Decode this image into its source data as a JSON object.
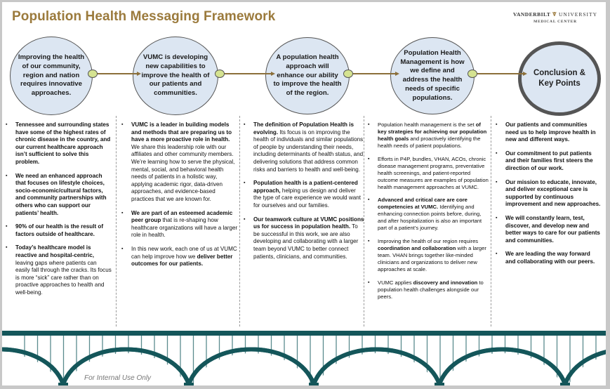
{
  "title": "Population Health Messaging Framework",
  "logo": {
    "line1_left": "VANDERBILT",
    "line1_right": "UNIVERSITY",
    "line2": "MEDICAL CENTER"
  },
  "colors": {
    "title": "#9b7a3c",
    "circle_fill": "#dce6f2",
    "knob": "#d5e391",
    "connector": "#8b6f3a",
    "bridge": "#14565a"
  },
  "steps": [
    {
      "text": "Improving the health of our community, region and nation requires innovative approaches."
    },
    {
      "text": "VUMC is developing new capabilities to improve the health of our patients and communities."
    },
    {
      "text": "A population health approach will enhance our ability to improve the health of the region."
    },
    {
      "text": "Population Health Management is how we define and address the health needs of specific populations."
    },
    {
      "text": "Conclusion & Key Points"
    }
  ],
  "columns": [
    {
      "items": [
        {
          "pre": "",
          "bold": "Tennessee and surrounding states have some of the highest rates of chronic disease in the country, and our current healthcare approach isn’t sufficient to solve this problem.",
          "post": ""
        },
        {
          "pre": "",
          "bold": "We need an enhanced approach that focuses on lifestyle choices, socio-economic/cultural factors, and community partnerships with others who can support our patients’ health.",
          "post": ""
        },
        {
          "pre": "",
          "bold": "90% of our health is the result of factors outside of healthcare.",
          "post": ""
        },
        {
          "pre": "",
          "bold": "Today’s healthcare model is reactive and hospital-centric,",
          "post": " leaving gaps where patients can easily fall through the cracks. Its focus is more “sick” care rather than on proactive approaches to health and well-being."
        }
      ]
    },
    {
      "items": [
        {
          "pre": "",
          "bold": "VUMC is a leader in building models and methods that are preparing us to have a more proactive role in health.",
          "post": " We share this leadership role with our affiliates and other community members. We’re learning how to serve the physical, mental, social, and behavioral health needs of patients in a holistic way, applying academic rigor, data-driven approaches, and evidence-based practices that we are known for."
        },
        {
          "pre": "",
          "bold": "We are part of an esteemed academic peer group",
          "post": " that is re-shaping how healthcare organizations will have a larger role in health."
        },
        {
          "pre": "In this new work, each one of us at VUMC can help improve how we ",
          "bold": "deliver better outcomes for our patients.",
          "post": ""
        }
      ]
    },
    {
      "items": [
        {
          "pre": "",
          "bold": "The definition of Population Health is evolving.",
          "post": " Its focus is on improving the health of individuals and similar populations of people by understanding their needs, including determinants of health status, and delivering solutions that address common risks and barriers to health and well-being."
        },
        {
          "pre": "",
          "bold": "Population health is a patient-centered approach,",
          "post": " helping us design and deliver the type of care experience we would want for ourselves and our families."
        },
        {
          "pre": "",
          "bold": "Our teamwork culture at VUMC positions us for success in population health.",
          "post": " To be successful in this work, we are also developing and collaborating with a larger team beyond VUMC to better connect patients, clinicians, and communities."
        }
      ]
    },
    {
      "items": [
        {
          "pre": "Population health management is the set ",
          "bold": "of key strategies for achieving our population health goals",
          "post": " and proactively identifying the health needs of patient populations."
        },
        {
          "pre": "Efforts in P4P, bundles, VHAN, ACOs, chronic disease management programs, preventative health screenings, and patient-reported outcome measures are examples of population health management approaches at VUMC.",
          "bold": "",
          "post": ""
        },
        {
          "pre": "",
          "bold": "Advanced and critical care are core competencies at VUMC.",
          "post": " Identifying and enhancing connection points before, during, and after hospitalization is also an important part of a patient’s journey."
        },
        {
          "pre": "Improving the health of our region requires ",
          "bold": "coordination and collaboration",
          "post": " with a larger team. VHAN brings together like-minded clinicians and organizations to deliver new approaches at scale."
        },
        {
          "pre": "VUMC applies ",
          "bold": "discovery and innovation",
          "post": " to population health challenges alongside our peers."
        }
      ]
    },
    {
      "items": [
        {
          "pre": "",
          "bold": "Our patients and communities need us to help improve health in new and different ways.",
          "post": ""
        },
        {
          "pre": "",
          "bold": "Our commitment to put patients and their families first steers the direction of our work.",
          "post": ""
        },
        {
          "pre": "",
          "bold": "Our mission to educate, innovate, and deliver exceptional care is supported by continuous improvement and new approaches.",
          "post": ""
        },
        {
          "pre": "",
          "bold": "We will constantly learn, test, discover, and develop new and better ways to care for our patients and communities.",
          "post": ""
        },
        {
          "pre": "",
          "bold": "We are leading the way forward and collaborating with our peers.",
          "post": ""
        }
      ]
    }
  ],
  "bullet_glyph": "▪",
  "footer_note": "For Internal Use Only"
}
